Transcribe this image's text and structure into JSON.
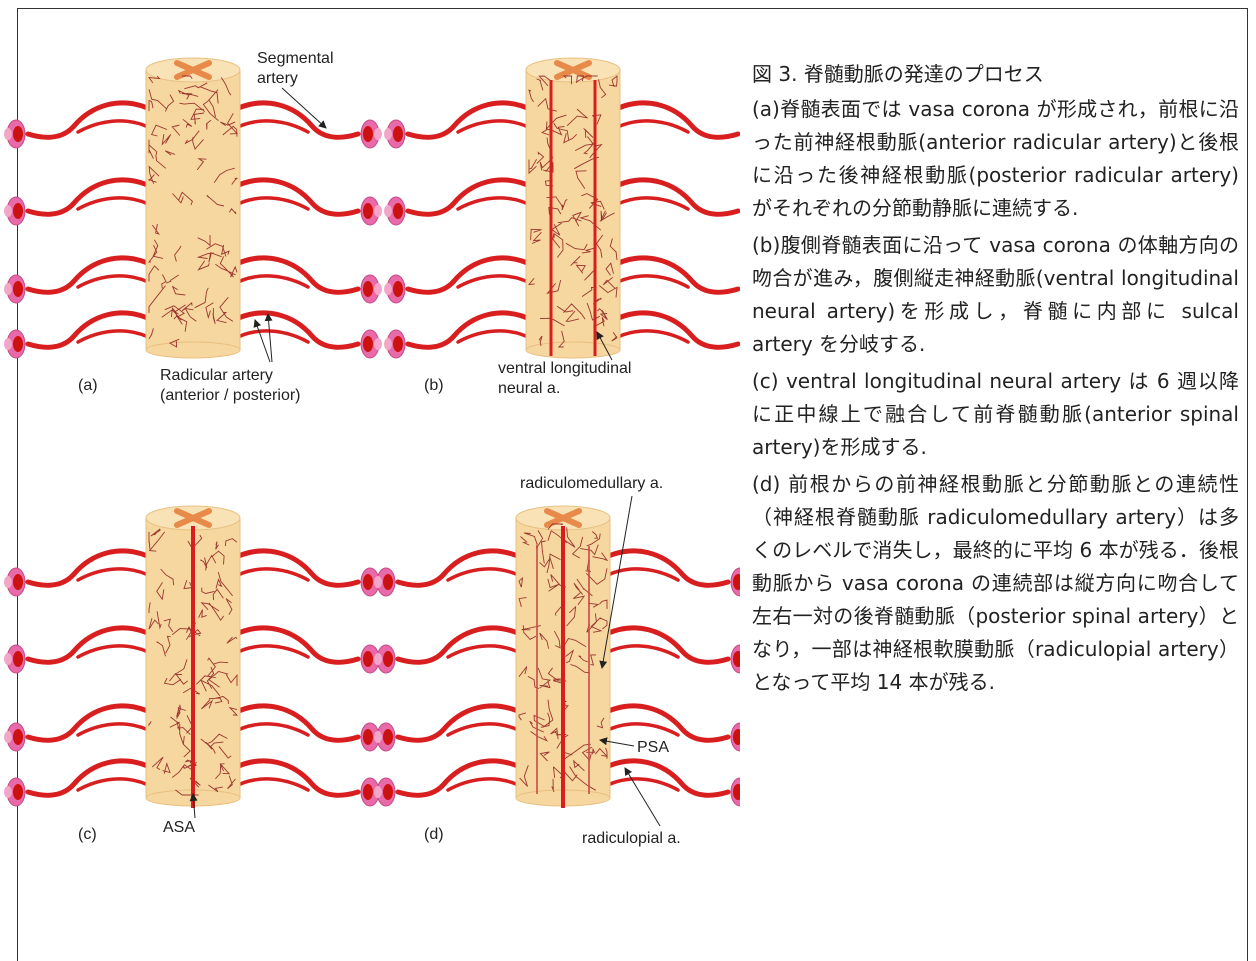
{
  "colors": {
    "cord": "#f6d7a0",
    "cord_edge": "#e8c080",
    "gray_matter": "#e88a4a",
    "vessel": "#d81e1e",
    "vessel_dark": "#8b1a1a",
    "segmental_outer": "#e86aa8",
    "segmental_inner": "#cc1111",
    "pointer": "#222222"
  },
  "panels": {
    "a": {
      "letter": "(a)",
      "labels": {
        "segmental": [
          "Segmental",
          "artery"
        ],
        "radicular": [
          "Radicular artery",
          "(anterior / posterior)"
        ]
      }
    },
    "b": {
      "letter": "(b)",
      "labels": {
        "vlna": [
          "ventral longitudinal",
          "neural a."
        ]
      }
    },
    "c": {
      "letter": "(c)",
      "labels": {
        "asa": "ASA"
      }
    },
    "d": {
      "letter": "(d)",
      "labels": {
        "rma": "radiculomedullary a.",
        "psa": "PSA",
        "rpa": "radiculopial a."
      }
    }
  },
  "caption": {
    "title": "図 3. 脊髄動脈の発達のプロセス",
    "para_a": "(a)脊髄表面では vasa corona が形成され，前根に沿った前神経根動脈(anterior radicular artery)と後根に沿った後神経根動脈(posterior radicular artery)がそれぞれの分節動静脈に連続する.",
    "para_b": "(b)腹側脊髄表面に沿って vasa corona の体軸方向の吻合が進み，腹側縦走神経動脈(ventral longitudinal neural artery)を形成し，脊髄に内部に sulcal artery を分岐する.",
    "para_c": "(c) ventral longitudinal neural artery は 6 週以降に正中線上で融合して前脊髄動脈(anterior spinal artery)を形成する.",
    "para_d": "(d) 前根からの前神経根動脈と分節動脈との連続性（神経根脊髄動脈 radiculomedullary artery）は多くのレベルで消失し，最終的に平均 6 本が残る．後根動脈から vasa corona の連続部は縦方向に吻合して左右一対の後脊髄動脈（posterior spinal artery）となり，一部は神経根軟膜動脈（radiculopial artery）となって平均 14 本が残る."
  }
}
